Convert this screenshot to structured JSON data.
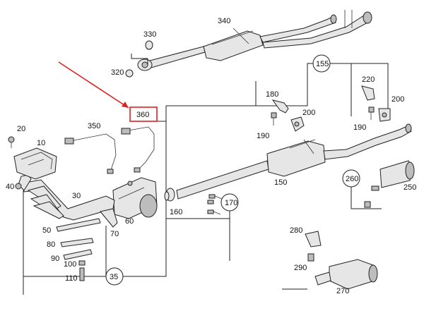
{
  "labels": {
    "l10": "10",
    "l20": "20",
    "l30": "30",
    "l35": "35",
    "l40": "40",
    "l50": "50",
    "l60": "60",
    "l70": "70",
    "l80": "80",
    "l90": "90",
    "l100": "100",
    "l110": "110",
    "l150": "150",
    "l155": "155",
    "l160": "160",
    "l170": "170",
    "l180": "180",
    "l190a": "190",
    "l190b": "190",
    "l200a": "200",
    "l200b": "200",
    "l220": "220",
    "l250": "250",
    "l260": "260",
    "l270": "270",
    "l280": "280",
    "l290": "290",
    "l320": "320",
    "l330": "330",
    "l340": "340",
    "l350": "350",
    "l360": "360"
  },
  "colors": {
    "highlight": "#e02020",
    "line": "#222222",
    "fill": "#e6e6e6"
  }
}
